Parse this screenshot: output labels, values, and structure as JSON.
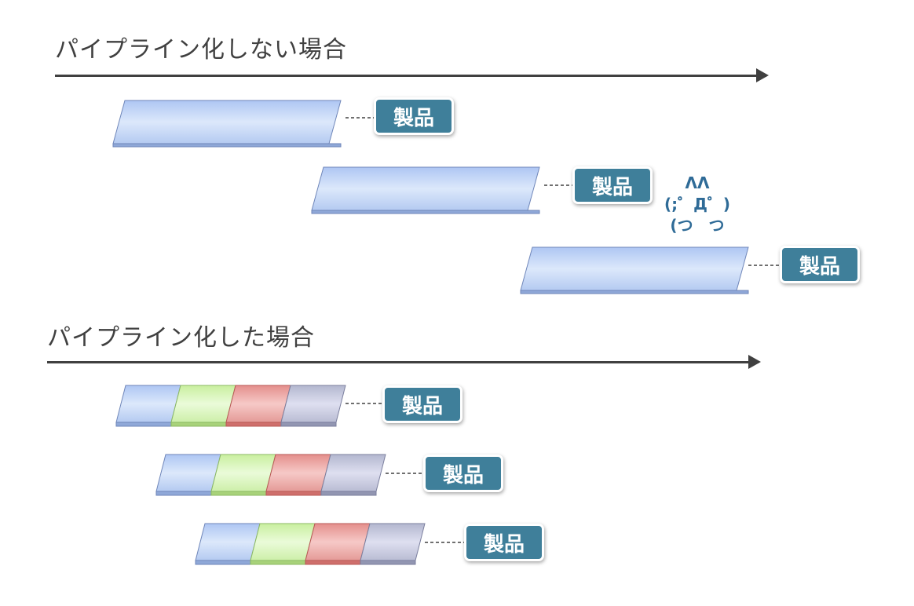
{
  "sections": [
    {
      "title": "パイプライン化しない場合"
    },
    {
      "title": "パイプライン化した場合"
    }
  ],
  "product_label": "製品",
  "face_lines": [
    "ΛΛ",
    "(;゜Д゜)",
    "(つ　つ"
  ],
  "stage_colors": {
    "blue": "#c3d6f6",
    "green": "#d9f5bd",
    "red": "#eca8a6",
    "gray": "#c4c7d9",
    "badge": "#3f7f9a"
  }
}
